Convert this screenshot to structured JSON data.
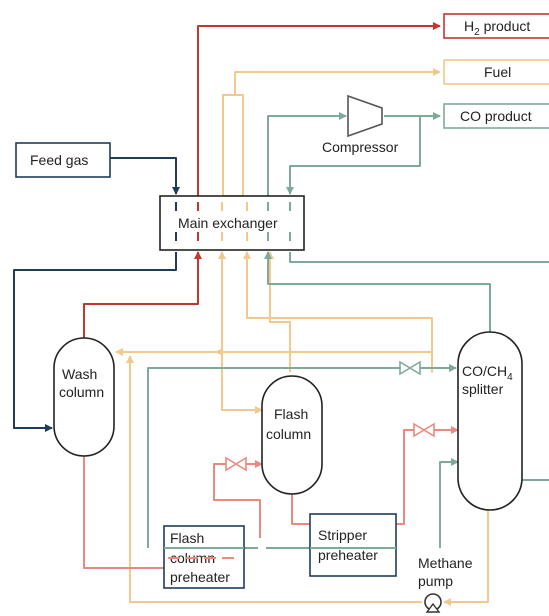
{
  "colors": {
    "h2_line": "#c0392f",
    "fuel_line": "#f2c98c",
    "co_line": "#7eaa98",
    "feed_line": "#1f3d5a",
    "methane_line": "#e88a80",
    "text": "#222222"
  },
  "outputs": {
    "h2_prefix": "H",
    "h2_sub": "2",
    "h2_suffix": " product",
    "fuel": "Fuel",
    "co": "CO product"
  },
  "inputs": {
    "feed_gas": "Feed gas"
  },
  "equipment": {
    "compressor": "Compressor",
    "main_exchanger": "Main exchanger",
    "wash_column_line1": "Wash",
    "wash_column_line2": "column",
    "flash_column_line1": "Flash",
    "flash_column_line2": "column",
    "splitter_line1_prefix": "CO/CH",
    "splitter_line1_sub": "4",
    "splitter_line2": "splitter",
    "flash_preheater_line1": "Flash",
    "flash_preheater_line2": "column",
    "flash_preheater_line3": "preheater",
    "stripper_preheater_line1": "Stripper",
    "stripper_preheater_line2": "preheater",
    "pump_line1": "Methane",
    "pump_line2": "pump"
  }
}
